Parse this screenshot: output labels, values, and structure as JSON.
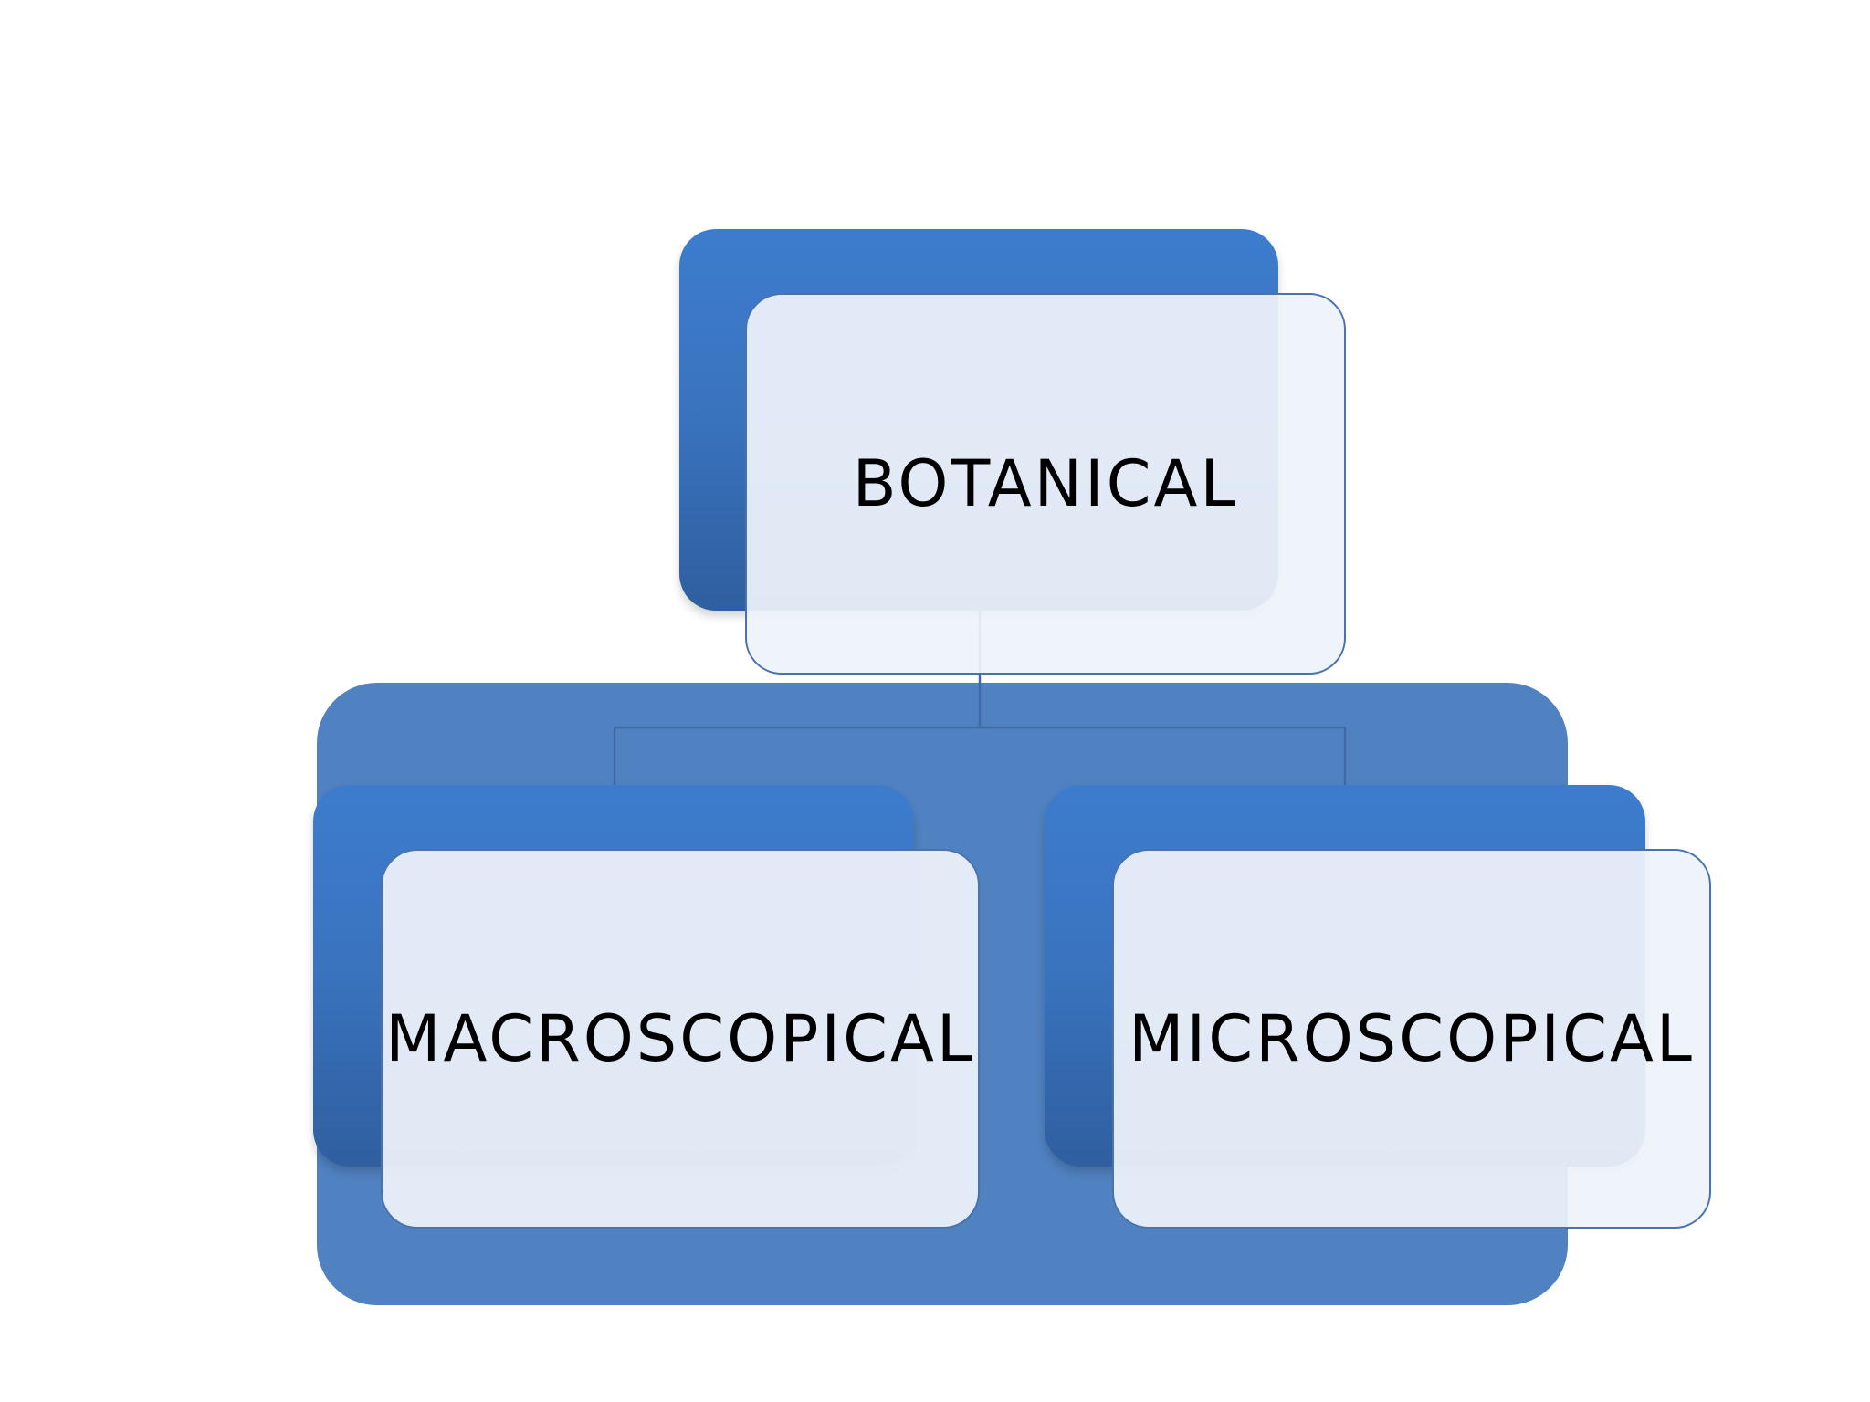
{
  "diagram": {
    "root": {
      "label": "BOTANICAL"
    },
    "children": [
      {
        "label": "MACROSCOPICAL"
      },
      {
        "label": "MICROSCOPICAL"
      }
    ]
  },
  "colors": {
    "container": "#5082c1",
    "back_card": "#3a74c0",
    "front_card": "#eef3fa",
    "border": "#4a72ad",
    "text": "#000000"
  }
}
